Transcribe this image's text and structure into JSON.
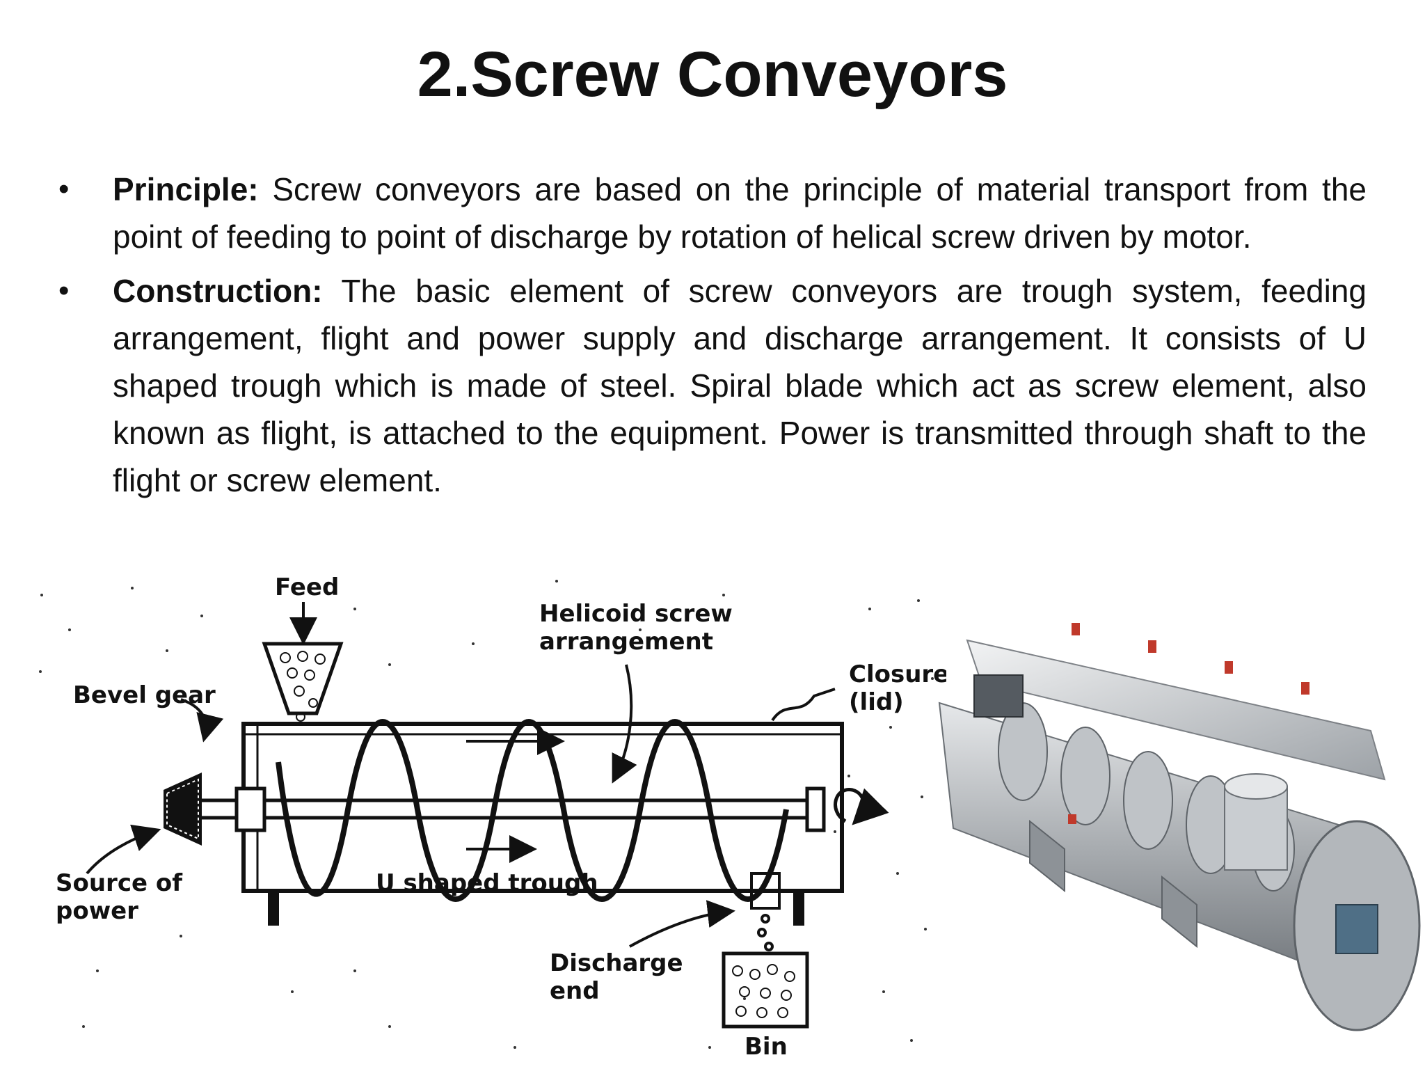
{
  "slide": {
    "title": "2.Screw Conveyors",
    "bullets": [
      {
        "term": "Principle:",
        "text": " Screw conveyors are based on the principle of material transport from the point of feeding to point of discharge by rotation of helical screw driven by motor."
      },
      {
        "term": "Construction:",
        "text": " The basic element of screw conveyors are trough system, feeding arrangement, flight and power supply and discharge arrangement. It consists of U shaped trough which is made of steel. Spiral blade which act as screw element, also known as flight, is attached to the equipment. Power is transmitted through shaft to the flight or screw element."
      }
    ]
  },
  "diagram": {
    "labels": {
      "feed": "Feed",
      "helicoid_line1": "Helicoid screw",
      "helicoid_line2": "arrangement",
      "closure_line1": "Closure",
      "closure_line2": "(lid)",
      "bevel_gear": "Bevel gear",
      "source_line1": "Source of",
      "source_line2": "power",
      "trough": "U shaped trough",
      "discharge_line1": "Discharge",
      "discharge_line2": "end",
      "bin": "Bin"
    }
  }
}
